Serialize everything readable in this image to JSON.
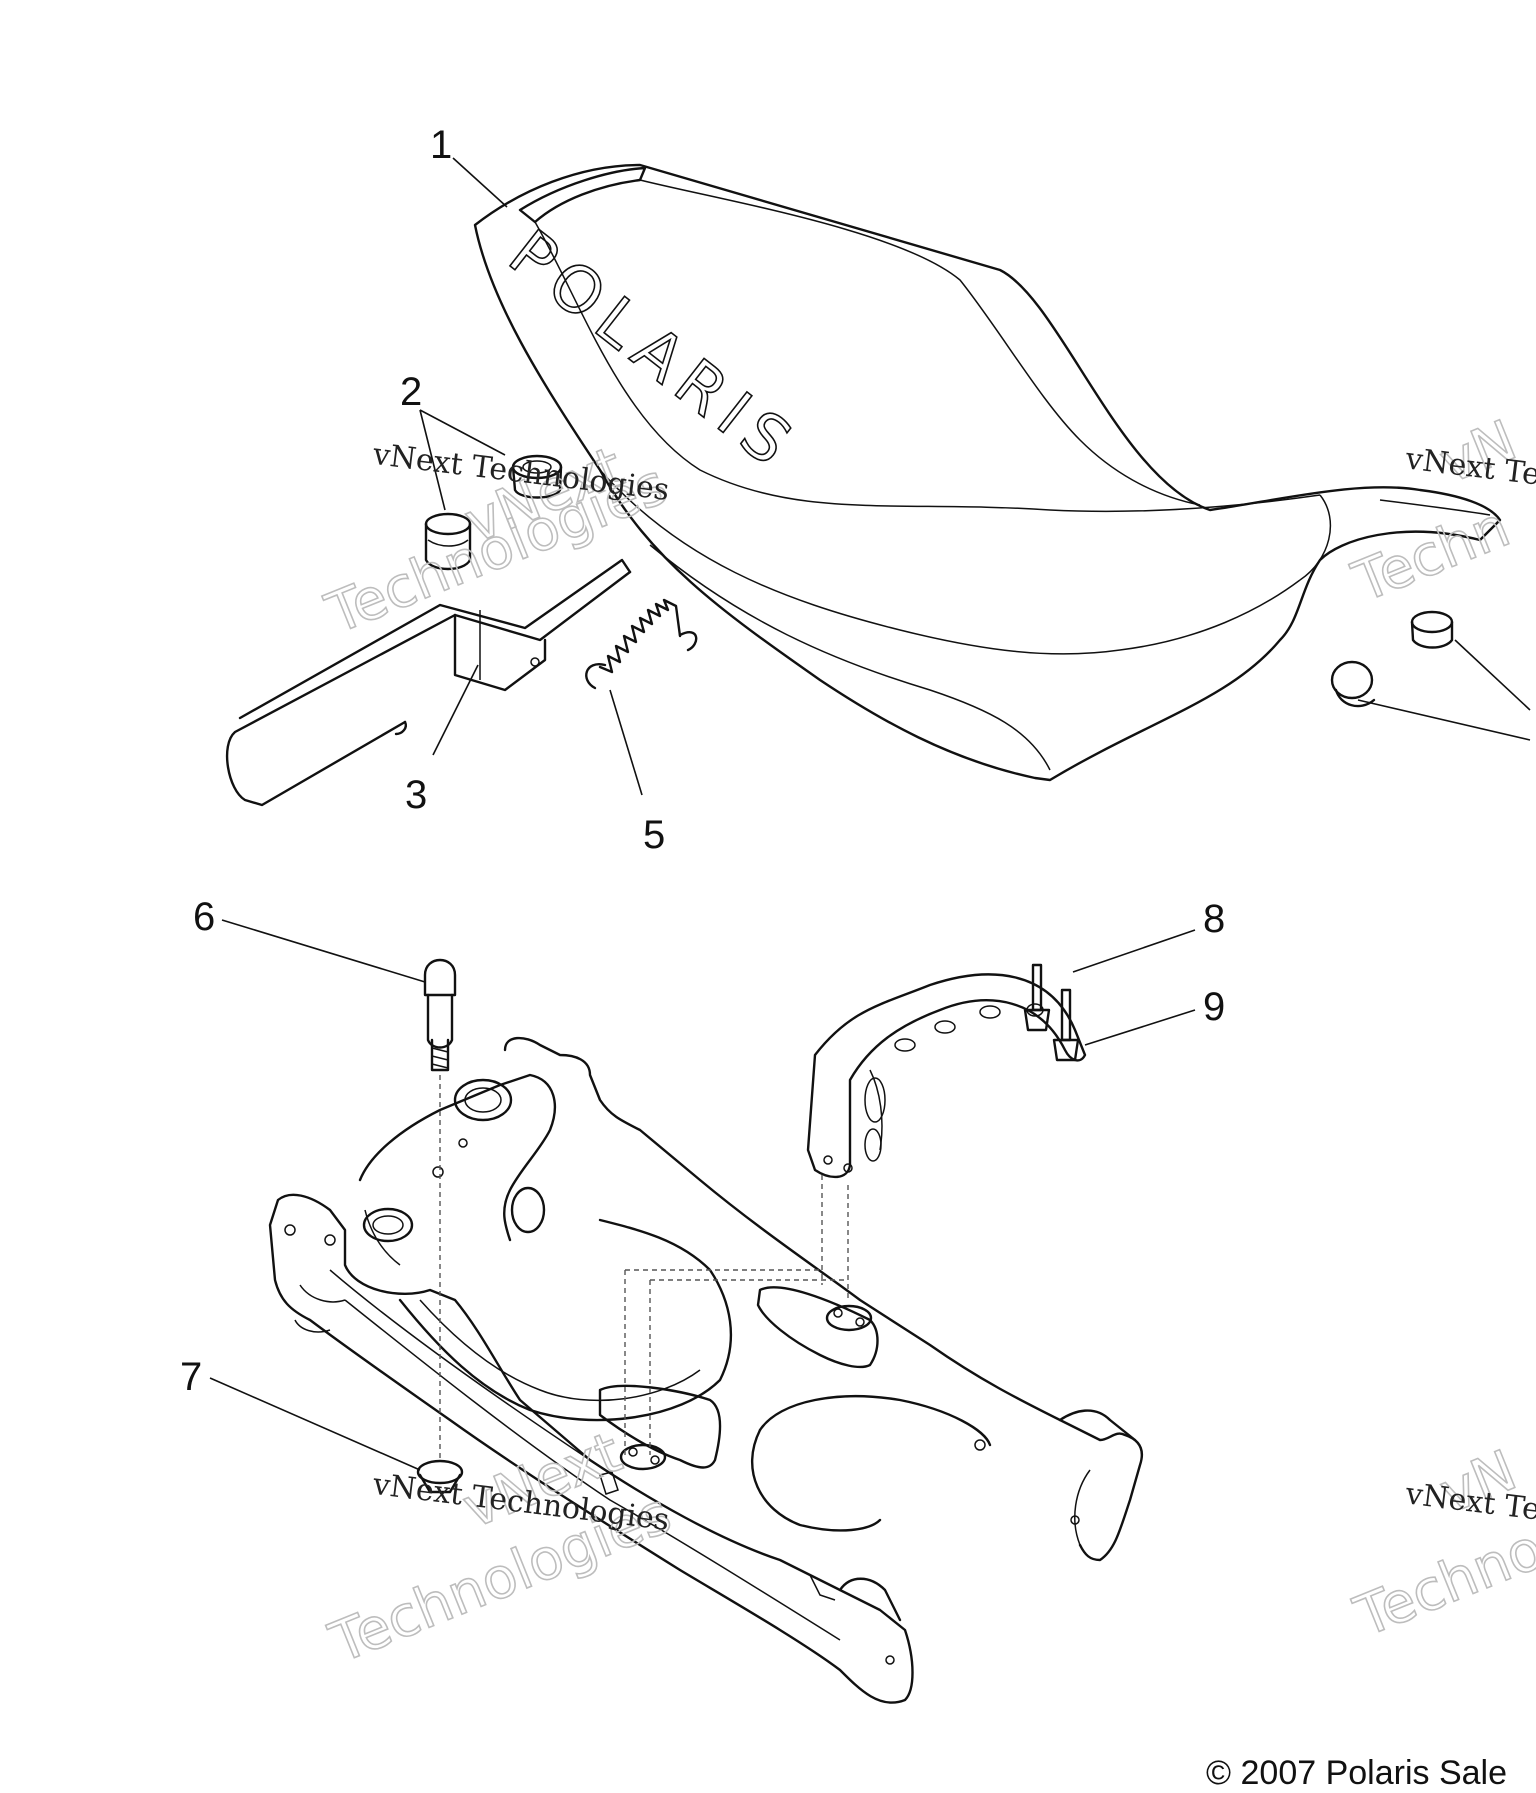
{
  "callouts": {
    "c1": "1",
    "c2": "2",
    "c3": "3",
    "c5": "5",
    "c6": "6",
    "c7": "7",
    "c8": "8",
    "c9": "9"
  },
  "watermarks": {
    "small": "vNext Technologies",
    "small_cut": "vNext Te",
    "big_line1": "vNext",
    "big_line2": "Technologies",
    "big_cut_line1": "vN",
    "big_cut_line2": "Techn",
    "big_cut_line2b": "Techno"
  },
  "seat_logo": "POLARIS",
  "copyright": "© 2007 Polaris Sale"
}
